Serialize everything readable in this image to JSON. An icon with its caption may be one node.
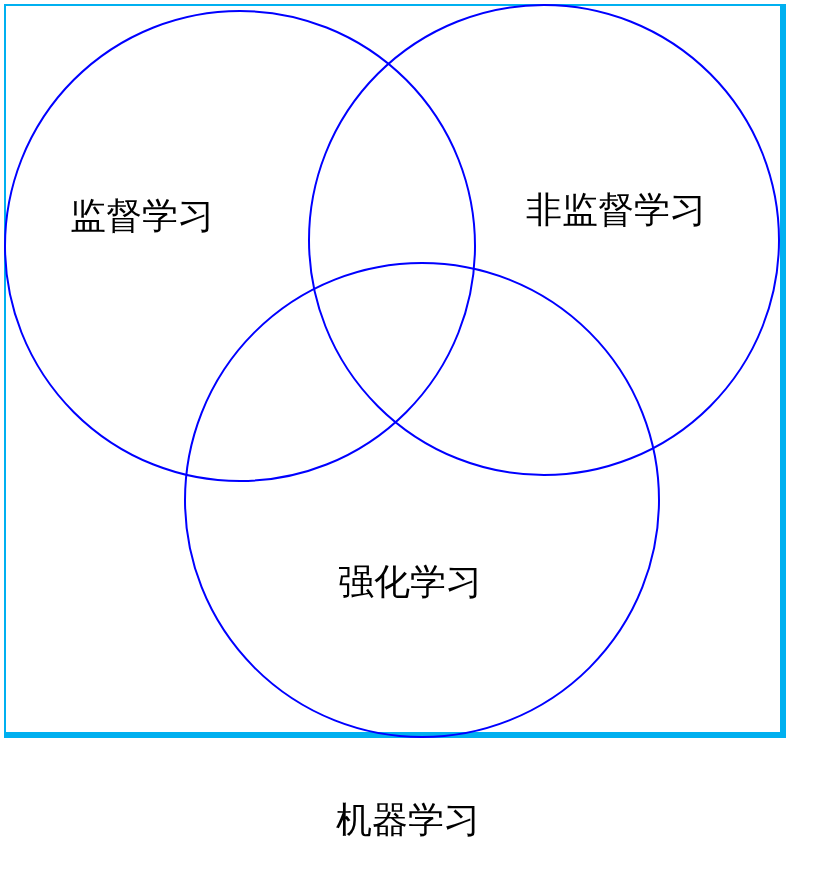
{
  "diagram": {
    "nodes": [
      {
        "text": [
          "机器学习"
        ]
      },
      {
        "text": [
          "监督学习"
        ],
        "in": 0
      },
      {
        "text": [
          "非监督学习"
        ],
        "in": 0
      },
      {
        "text": [
          "强化学习"
        ],
        "in": 0
      }
    ]
  }
}
